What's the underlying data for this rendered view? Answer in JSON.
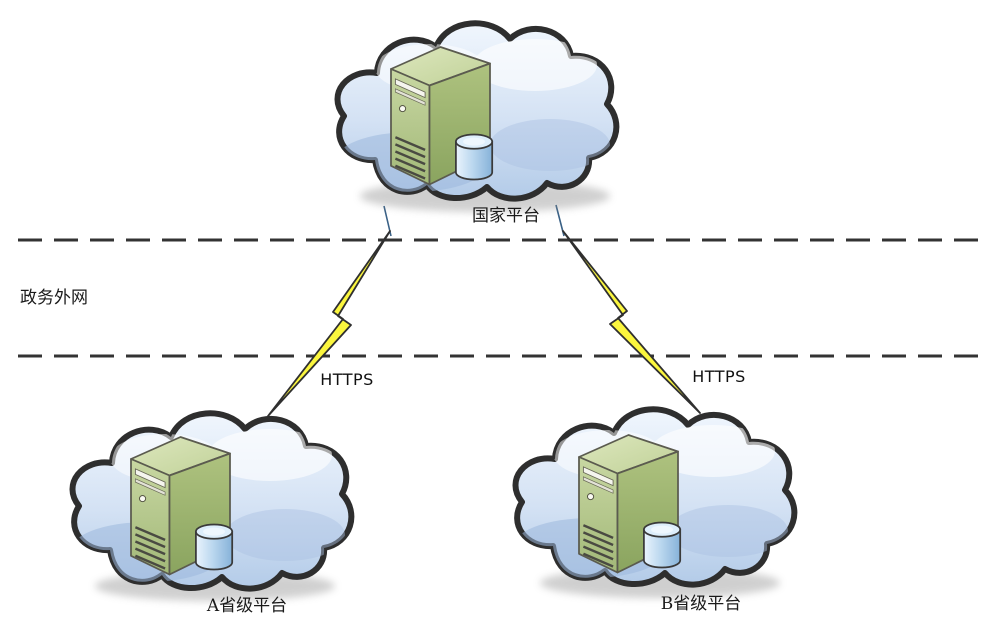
{
  "diagram": {
    "nodes": {
      "national": {
        "label": "国家平台",
        "type": "cloud-server"
      },
      "province_a": {
        "label": "A省级平台",
        "type": "cloud-server"
      },
      "province_b": {
        "label": "B省级平台",
        "type": "cloud-server"
      }
    },
    "zone_label": "政务外网",
    "links": [
      {
        "from": "national",
        "to": "province_a",
        "label": "HTTPS",
        "style": "lightning"
      },
      {
        "from": "national",
        "to": "province_b",
        "label": "HTTPS",
        "style": "lightning"
      }
    ],
    "colors": {
      "cloud_fill": "#d6e4f5",
      "cloud_stroke": "#2e2e2e",
      "server_green": "#aabf80",
      "server_top": "#d2dfae",
      "cylinder_blue": "#a9cdea",
      "bolt_yellow": "#fbf63e",
      "dash_line": "#333333"
    }
  }
}
